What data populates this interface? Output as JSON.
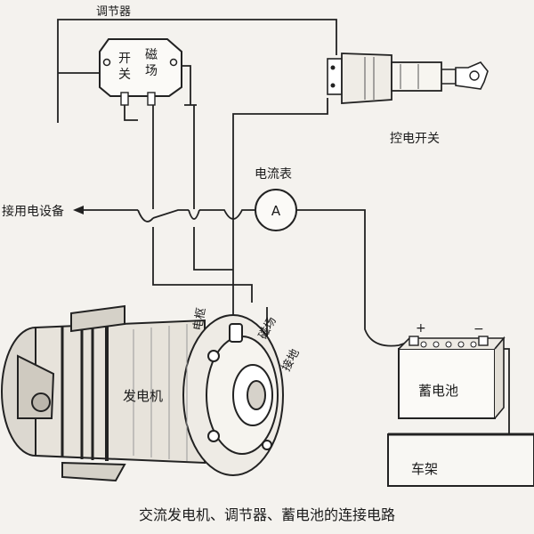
{
  "labels": {
    "regulator": "调节器",
    "regulator_switch_1": "开",
    "regulator_switch_2": "关",
    "regulator_field_1": "磁",
    "regulator_field_2": "场",
    "ignition_switch": "控电开关",
    "ammeter": "电流表",
    "ammeter_symbol": "A",
    "to_loads": "接用电设备",
    "armature": "电枢",
    "field": "磁场",
    "ground": "接地",
    "generator": "发电机",
    "battery": "蓄电池",
    "battery_plus": "+",
    "battery_minus": "−",
    "frame": "车架"
  },
  "caption": "交流发电机、调节器、蓄电池的连接电路"
}
